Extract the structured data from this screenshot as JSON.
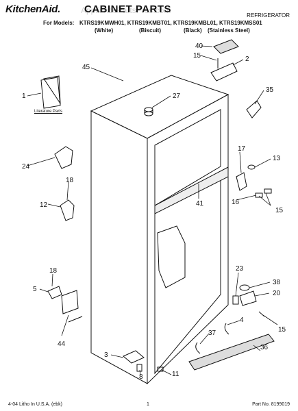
{
  "header": {
    "brand": "KitchenAid.",
    "title": "CABINET PARTS",
    "category": "REFRIGERATOR",
    "watermark": "AppliancePartsPros.com",
    "models_prefix": "For Models:",
    "models_line": "KTRS19KMWH01, KTRS19KMBT01, KTRS19KMBL01, KTRS19KMSS01",
    "colors": [
      "(White)",
      "(Biscuit)",
      "(Black)",
      "(Stainless Steel)"
    ]
  },
  "literature_label": "Literature Parts",
  "callouts": [
    "40",
    "15",
    "2",
    "45",
    "27",
    "35",
    "1",
    "17",
    "13",
    "24",
    "18",
    "41",
    "16",
    "15",
    "12",
    "23",
    "38",
    "18",
    "20",
    "5",
    "15",
    "4",
    "37",
    "36",
    "44",
    "3",
    "8",
    "11"
  ],
  "footer": {
    "left": "4-04 Litho In U.S.A. (ebk)",
    "page": "1",
    "part": "Part No. 8199019"
  }
}
